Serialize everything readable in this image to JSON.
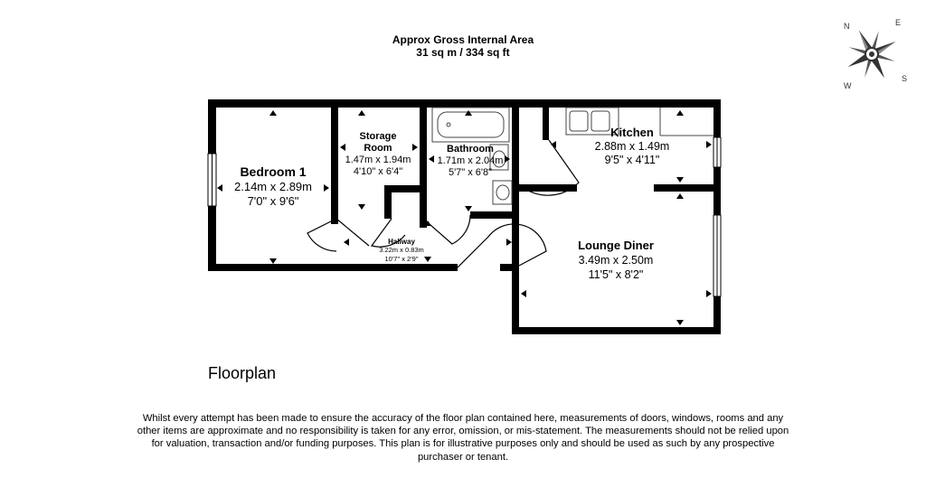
{
  "header": {
    "title": "Approx Gross Internal Area",
    "area": "31 sq m / 334 sq ft"
  },
  "compass": {
    "n": "N",
    "e": "E",
    "s": "S",
    "w": "W"
  },
  "rooms": {
    "bedroom": {
      "name": "Bedroom 1",
      "metric": "2.14m x 2.89m",
      "imperial": "7'0\" x 9'6\""
    },
    "storage": {
      "name1": "Storage",
      "name2": "Room",
      "metric": "1.47m x 1.94m",
      "imperial": "4'10\" x 6'4\""
    },
    "bathroom": {
      "name": "Bathroom",
      "metric": "1.71m x 2.04m",
      "imperial": "5'7\" x 6'8\""
    },
    "kitchen": {
      "name": "Kitchen",
      "metric": "2.88m x 1.49m",
      "imperial": "9'5\" x 4'11\""
    },
    "lounge": {
      "name": "Lounge Diner",
      "metric": "3.49m x 2.50m",
      "imperial": "11'5\" x 8'2\""
    },
    "hallway": {
      "name": "Hallway",
      "metric": "3.22m x 0.83m",
      "imperial": "10'7\" x 2'9\""
    }
  },
  "plan_label": "Floorplan",
  "disclaimer": "Whilst every attempt has been made to ensure the accuracy of the floor plan contained here, measurements of doors, windows, rooms and any other items are approximate and no responsibility is taken for any error, omission, or mis-statement. The measurements should not be relied upon for valuation, transaction and/or funding purposes. This plan is for illustrative purposes only and should be used as such by any prospective purchaser or tenant."
}
